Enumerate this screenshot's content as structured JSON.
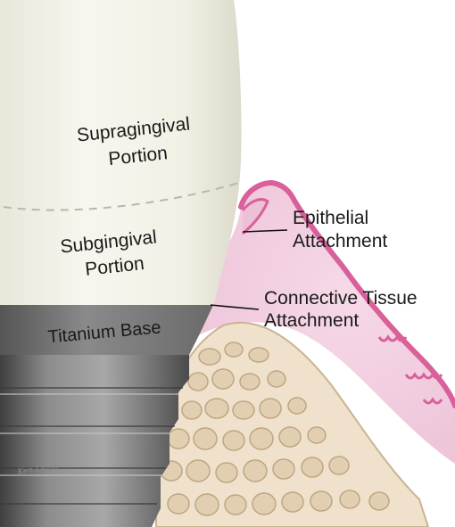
{
  "labels": {
    "supragingival_line1": "Supragingival",
    "supragingival_line2": "Portion",
    "subgingival_line1": "Subgingival",
    "subgingival_line2": "Portion",
    "titanium_base": "Titanium Base",
    "epithelial_line1": "Epithelial",
    "epithelial_line2": "Attachment",
    "connective_line1": "Connective Tissue",
    "connective_line2": "Attachment"
  },
  "signature": "Ken Leigh",
  "colors": {
    "crown": "#f2f1e6",
    "gingiva": "#f0cde0",
    "gingiva_edge": "#d9609a",
    "bone_matrix": "#efe1cc",
    "bone_pores": "#d6c3a6",
    "metal_dark": "#5c5c5c",
    "metal_light": "#9a9a9a"
  }
}
